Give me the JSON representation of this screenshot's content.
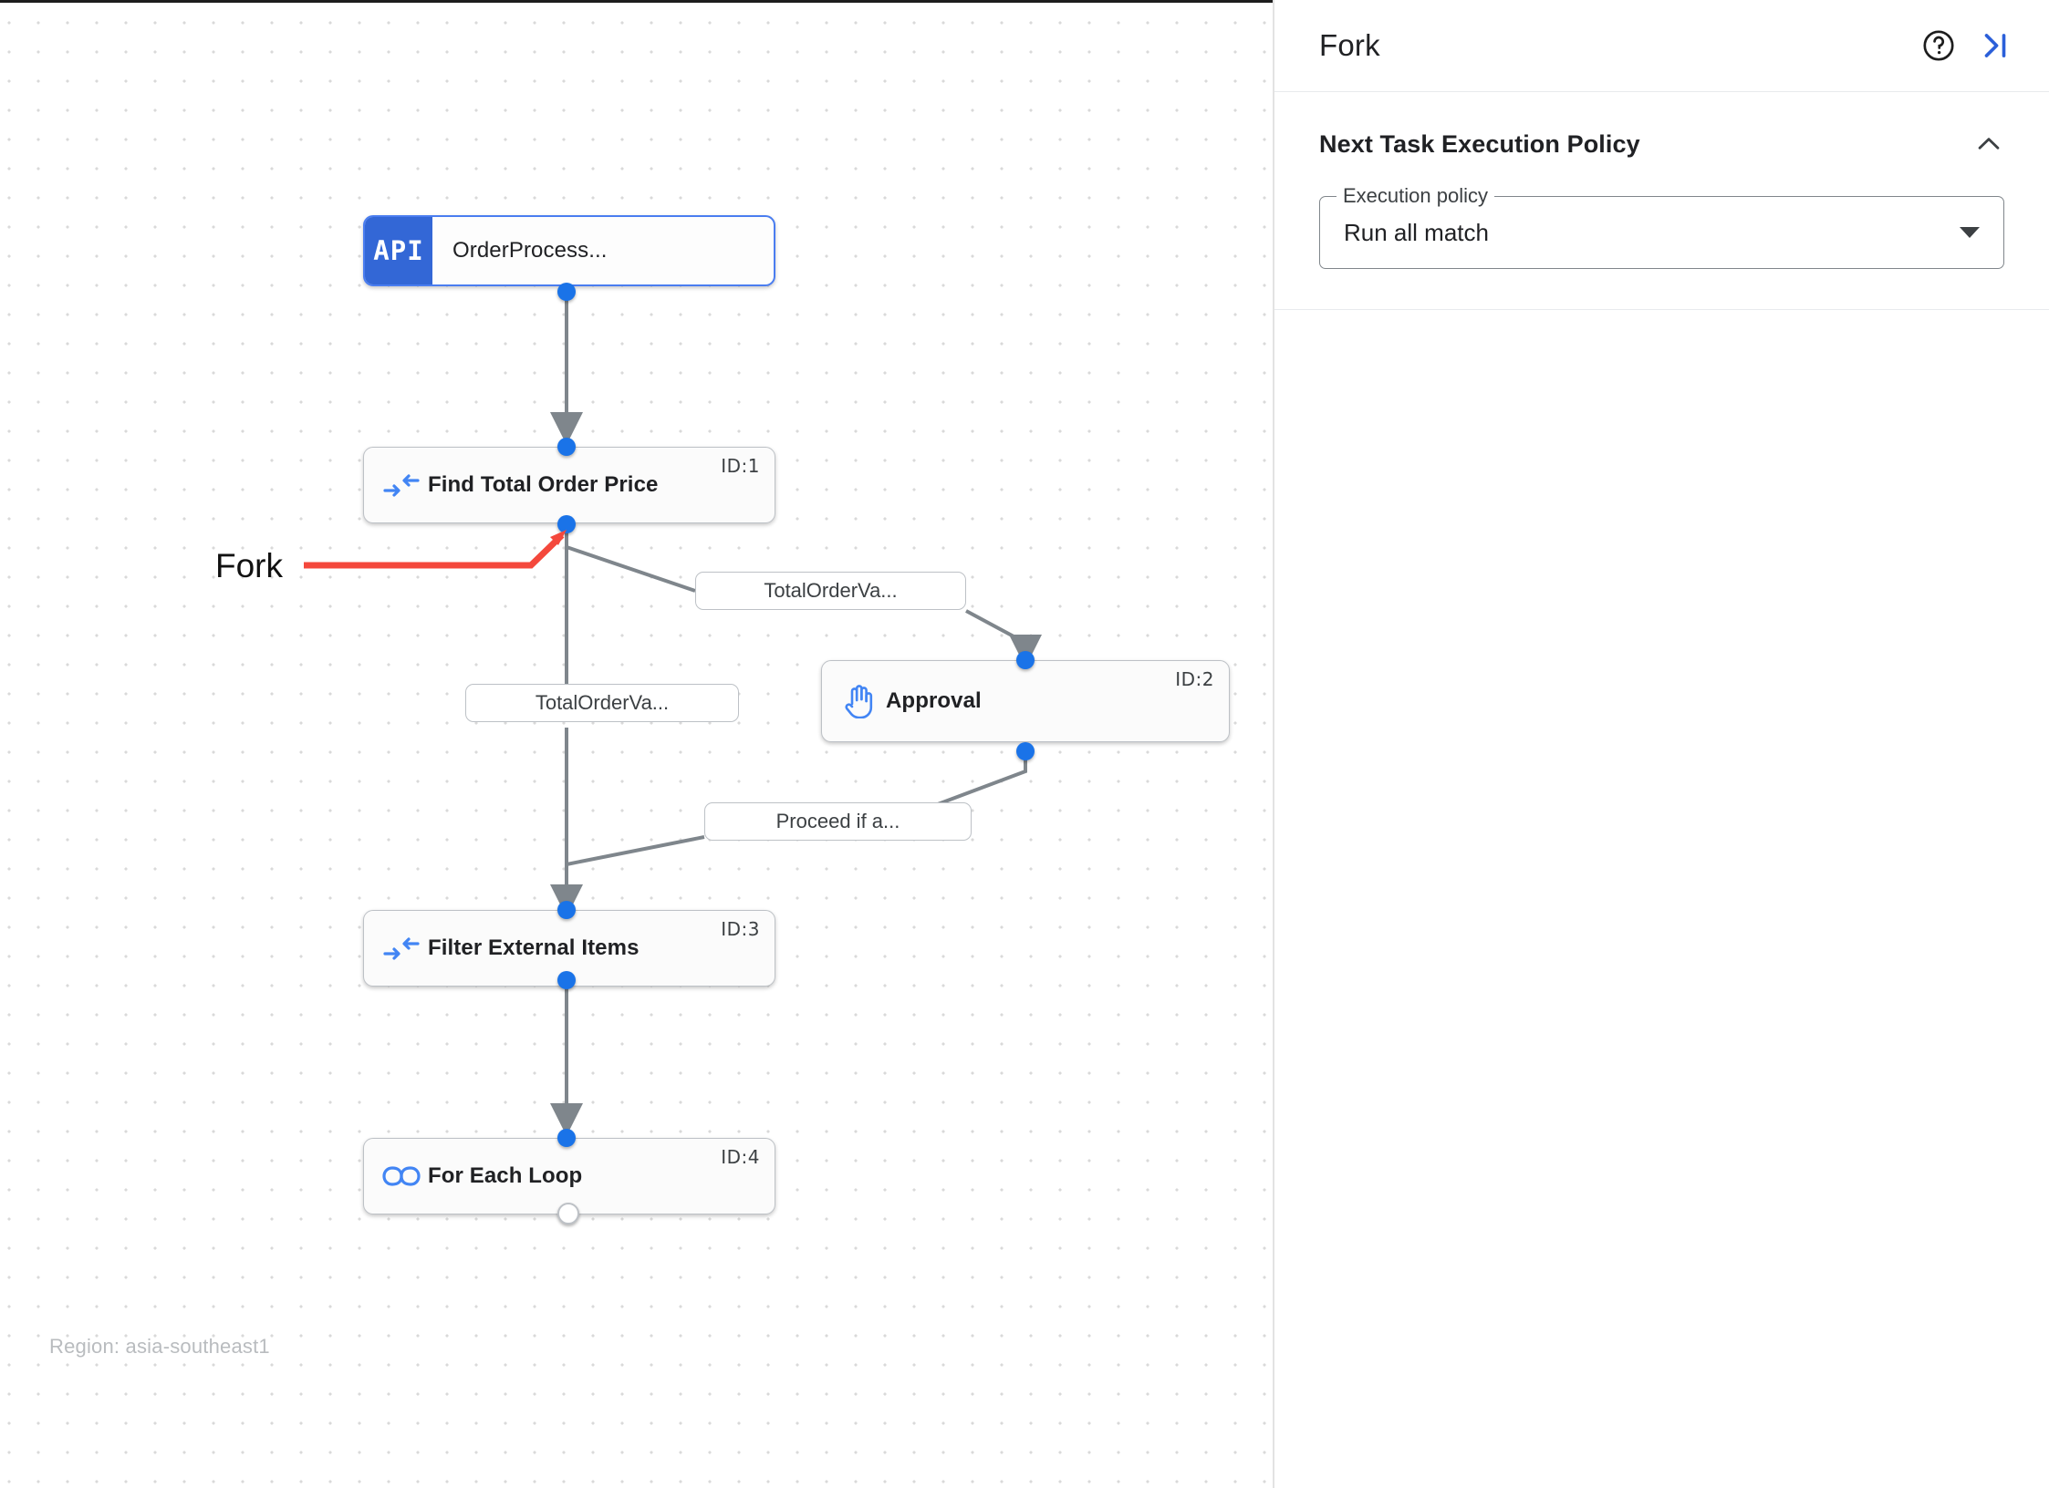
{
  "canvas": {
    "region_label": "Region: asia-southeast1",
    "annotation": {
      "label": "Fork",
      "color": "#f4483c"
    },
    "nodes": [
      {
        "id": "n0",
        "badge": "API",
        "title": "OrderProcess...",
        "id_label": "",
        "icon": "api-badge-icon",
        "selected": true
      },
      {
        "id": "n1",
        "title": "Find Total Order Price",
        "id_label": "ID:1",
        "icon": "merge-arrows-icon"
      },
      {
        "id": "n2",
        "title": "Approval",
        "id_label": "ID:2",
        "icon": "hand-raised-icon"
      },
      {
        "id": "n3",
        "title": "Filter External Items",
        "id_label": "ID:3",
        "icon": "merge-arrows-icon"
      },
      {
        "id": "n4",
        "title": "For Each Loop",
        "id_label": "ID:4",
        "icon": "infinity-loop-icon"
      }
    ],
    "edge_labels": [
      {
        "id": "e1",
        "text": "TotalOrderVa..."
      },
      {
        "id": "e2",
        "text": "TotalOrderVa..."
      },
      {
        "id": "e3",
        "text": "Proceed if a..."
      }
    ],
    "accent_color": "#1a73e8"
  },
  "panel": {
    "title": "Fork",
    "help_icon": "help-circle-icon",
    "collapse_icon": "collapse-panel-right-icon",
    "section": {
      "title": "Next Task Execution Policy",
      "collapse_icon": "chevron-up-icon",
      "field": {
        "legend": "Execution policy",
        "value": "Run all match",
        "caret_icon": "chevron-down-icon"
      }
    }
  }
}
